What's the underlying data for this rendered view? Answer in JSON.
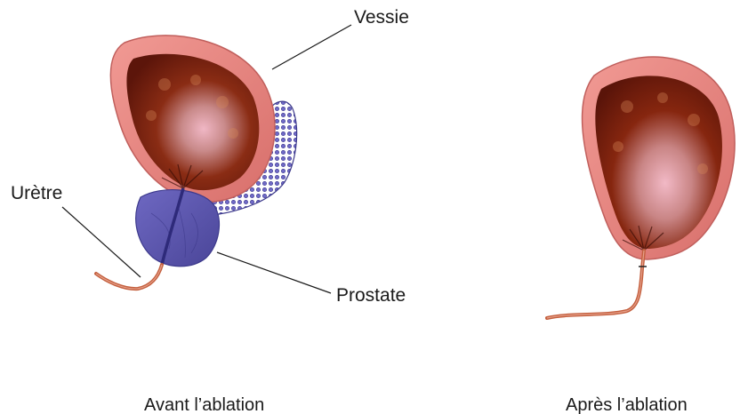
{
  "labels": {
    "bladder": "Vessie",
    "urethra": "Urètre",
    "prostate": "Prostate"
  },
  "captions": {
    "before": "Avant l’ablation",
    "after": "Après l’ablation"
  },
  "colors": {
    "bladder_wall": "#e88a8a",
    "bladder_wall_dark": "#c95f5f",
    "bladder_interior": "#6b1a0c",
    "bladder_interior_light": "#e9a7b8",
    "prostate": "#5a55b0",
    "prostate_dark": "#3d3a8c",
    "urethra": "#c4603f",
    "leader_line": "#1a1a1a"
  }
}
